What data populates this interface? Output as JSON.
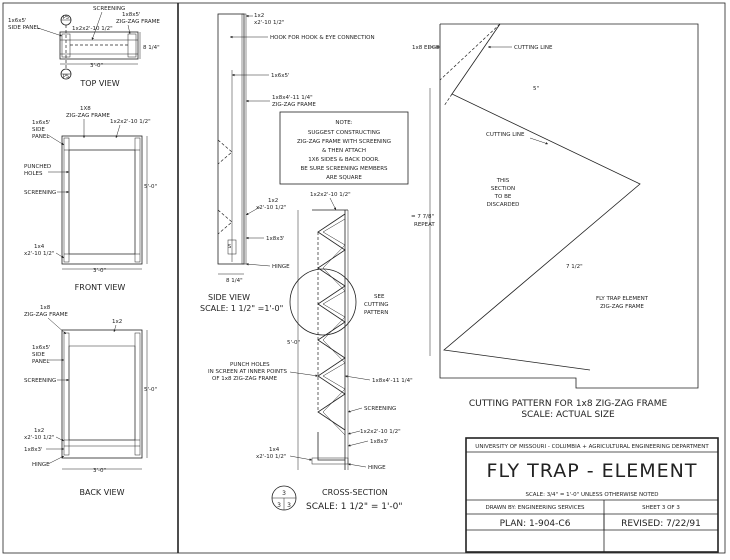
{
  "top_view": {
    "side_panel_label": "1x6x5'",
    "side_panel_label2": "SIDE PANEL",
    "screening": "SCREENING",
    "zigzag_label": "1x8x5'",
    "zigzag_label2": "ZIG-ZAG FRAME",
    "rail_label": "1x2x2'-10 1/2\"",
    "depth_dim": "8 1/4\"",
    "width_dim": "3'-0\"",
    "title": "TOP VIEW",
    "ref_top": "P5",
    "ref_bottom": "P5"
  },
  "front_view": {
    "zigzag_label": "1X8",
    "zigzag_label2": "ZIG-ZAG FRAME",
    "rail_label": "1x2x2'-10 1/2\"",
    "side_label": "1x6x5'",
    "side_label2": "SIDE",
    "side_label3": "PANEL",
    "punched": "PUNCHED",
    "holes": "HOLES",
    "screening": "SCREENING",
    "height_dim": "5'-0\"",
    "bottom_label": "1x4",
    "bottom_label2": "x2'-10 1/2\"",
    "width_dim": "3'-0\"",
    "title": "FRONT VIEW"
  },
  "back_view": {
    "zigzag_label": "1x8",
    "zigzag_label2": "ZIG-ZAG FRAME",
    "top_label": "1x2",
    "side_label": "1x6x5'",
    "side_label2": "SIDE",
    "side_label3": "PANEL",
    "screening": "SCREENING",
    "height_dim": "5'-0\"",
    "rail_label": "1x2",
    "rail_label2": "x2'-10 1/2\"",
    "door_label": "1x8x3'",
    "hinge": "HINGE",
    "width_dim": "3'-0\"",
    "title": "BACK VIEW"
  },
  "side_view": {
    "top_label": "1x2",
    "top_label2": "x2'-10 1/2\"",
    "hook": "HOOK FOR HOOK & EYE CONNECTION",
    "side_label": "1x6x5'",
    "frame_label": "1x8x4'-11 1/4\"",
    "frame_label2": "ZIG-ZAG FRAME",
    "rail_label": "1x2",
    "rail_label2": "x2'-10 1/2\"",
    "door_label": "1x8x3'",
    "hinge": "HINGE",
    "depth_dim": "8 1/4\"",
    "title": "SIDE VIEW",
    "scale": "SCALE: 1 1/2\" =1'-0\""
  },
  "note": {
    "lines": [
      "NOTE:",
      "SUGGEST CONSTRUCTING",
      "ZIG-ZAG FRAME WITH SCREENING",
      "& THEN ATTACH",
      "1X6 SIDES & BACK DOOR.",
      "BE SURE SCREENING MEMBERS",
      "ARE SQUARE"
    ]
  },
  "cross_section": {
    "top_label": "1x2x2'-10 1/2\"",
    "see": "SEE",
    "cutting": "CUTTING",
    "pattern": "PATTERN",
    "height_dim": "5'-0\"",
    "punch1": "PUNCH HOLES",
    "punch2": "IN SCREEN AT INNER POINTS",
    "punch3": "OF 1x8 ZIG-ZAG FRAME",
    "frame_label": "1x8x4'-11 1/4\"",
    "screening": "SCREENING",
    "rail_label": "1x2x2'-10 1/2\"",
    "door_label": "1x8x3'",
    "bottom_label": "1x4",
    "bottom_label2": "x2'-10 1/2\"",
    "hinge": "HINGE",
    "ref_top": "3",
    "ref_left": "3",
    "ref_right": "3",
    "title": "CROSS-SECTION",
    "scale": "SCALE:  1 1/2\" = 1'-0\""
  },
  "cutting_pattern": {
    "edge_label": "1x8 EDGE",
    "cutting_line_1": "CUTTING LINE",
    "cutting_line_2": "CUTTING LINE",
    "dim_5": "5\"",
    "discard1": "THIS",
    "discard2": "SECTION",
    "discard3": "TO BE",
    "discard4": "DISCARDED",
    "repeat1": "= 7 7/8\"",
    "repeat2": "REPEAT",
    "dim_7": "7 1/2\"",
    "element1": "FLY TRAP ELEMENT",
    "element2": "ZIG-ZAG FRAME",
    "title": "CUTTING PATTERN FOR 1x8 ZIG-ZAG FRAME",
    "scale": "SCALE:  ACTUAL SIZE"
  },
  "title_block": {
    "org": "UNIVERSITY OF MISSOURI - COLUMBIA + AGRICULTURAL ENGINEERING DEPARTMENT",
    "title": "FLY TRAP - ELEMENT",
    "scale": "SCALE: 3/4\" = 1'-0\"   UNLESS OTHERWISE NOTED",
    "drawn_by": "DRAWN BY: ENGINEERING SERVICES",
    "sheet": "SHEET 3 OF 3",
    "plan": "PLAN:  1-904-C6",
    "revised": "REVISED:  7/22/91"
  }
}
